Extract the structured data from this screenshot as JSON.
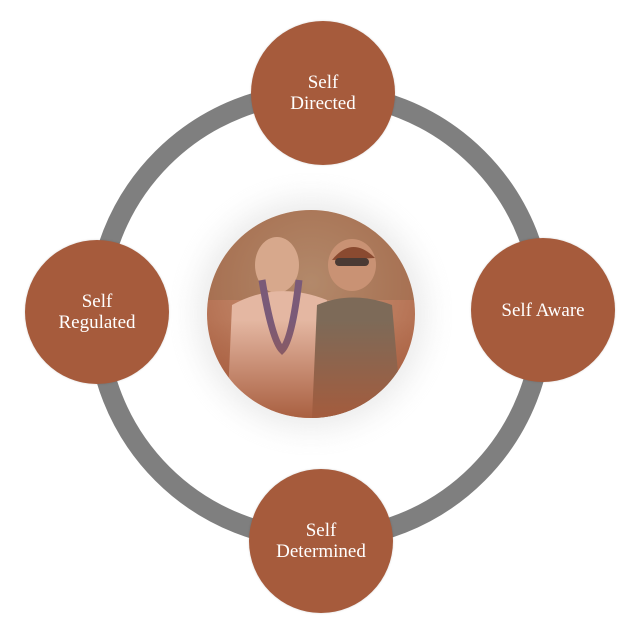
{
  "diagram": {
    "nodes": [
      {
        "id": "top",
        "lines": [
          "Self",
          "Directed"
        ]
      },
      {
        "id": "right",
        "lines": [
          "Self Aware"
        ]
      },
      {
        "id": "bottom",
        "lines": [
          "Self",
          "Determined"
        ]
      },
      {
        "id": "left",
        "lines": [
          "Self",
          "Regulated"
        ]
      }
    ],
    "center_image": "photo-two-people",
    "colors": {
      "node": "#a65b3c",
      "ring": "#7f7f7f",
      "text": "#ffffff"
    }
  }
}
